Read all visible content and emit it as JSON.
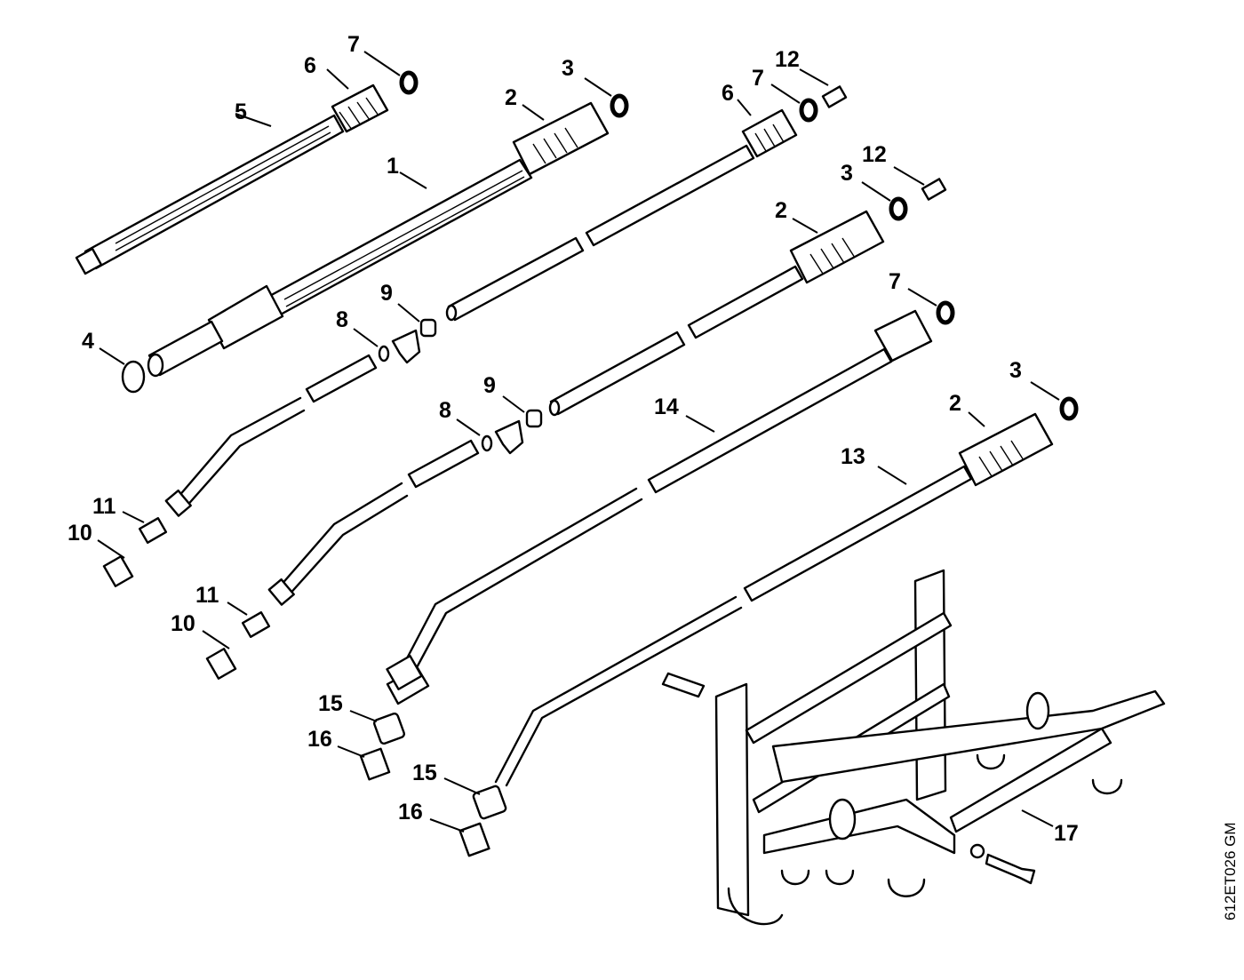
{
  "callouts": [
    {
      "id": "c1",
      "label": "1"
    },
    {
      "id": "c2a",
      "label": "2"
    },
    {
      "id": "c2b",
      "label": "2"
    },
    {
      "id": "c2c",
      "label": "2"
    },
    {
      "id": "c3a",
      "label": "3"
    },
    {
      "id": "c3b",
      "label": "3"
    },
    {
      "id": "c3c",
      "label": "3"
    },
    {
      "id": "c4",
      "label": "4"
    },
    {
      "id": "c5",
      "label": "5"
    },
    {
      "id": "c6a",
      "label": "6"
    },
    {
      "id": "c6b",
      "label": "6"
    },
    {
      "id": "c7a",
      "label": "7"
    },
    {
      "id": "c7b",
      "label": "7"
    },
    {
      "id": "c7c",
      "label": "7"
    },
    {
      "id": "c8a",
      "label": "8"
    },
    {
      "id": "c8b",
      "label": "8"
    },
    {
      "id": "c9a",
      "label": "9"
    },
    {
      "id": "c9b",
      "label": "9"
    },
    {
      "id": "c10a",
      "label": "10"
    },
    {
      "id": "c10b",
      "label": "10"
    },
    {
      "id": "c11a",
      "label": "11"
    },
    {
      "id": "c11b",
      "label": "11"
    },
    {
      "id": "c12a",
      "label": "12"
    },
    {
      "id": "c12b",
      "label": "12"
    },
    {
      "id": "c13",
      "label": "13"
    },
    {
      "id": "c14",
      "label": "14"
    },
    {
      "id": "c15a",
      "label": "15"
    },
    {
      "id": "c15b",
      "label": "15"
    },
    {
      "id": "c16a",
      "label": "16"
    },
    {
      "id": "c16b",
      "label": "16"
    },
    {
      "id": "c17",
      "label": "17"
    }
  ],
  "drawing_code": "612ET026 GM"
}
